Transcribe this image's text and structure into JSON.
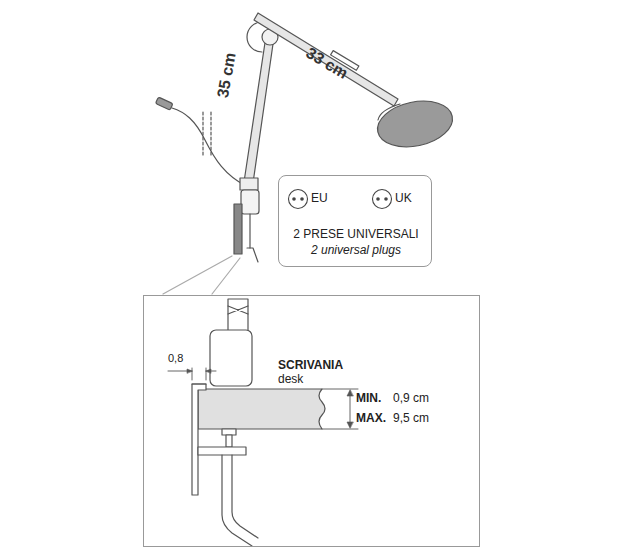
{
  "diagram": {
    "nodes": [
      {
        "text": [
          "2 PRESE UNIVERSALI",
          "2 universal plugs"
        ]
      },
      {
        "text": [
          "EU"
        ],
        "in": 0
      },
      {
        "text": [
          "UK"
        ],
        "in": 0
      },
      {
        "text": [
          "0,8",
          "SCRIVANIA",
          "desk",
          "MIN.",
          "0,9 cm",
          "MAX.",
          "9,5 cm"
        ]
      }
    ],
    "labels": [
      "33 cm",
      "35 cm"
    ]
  }
}
